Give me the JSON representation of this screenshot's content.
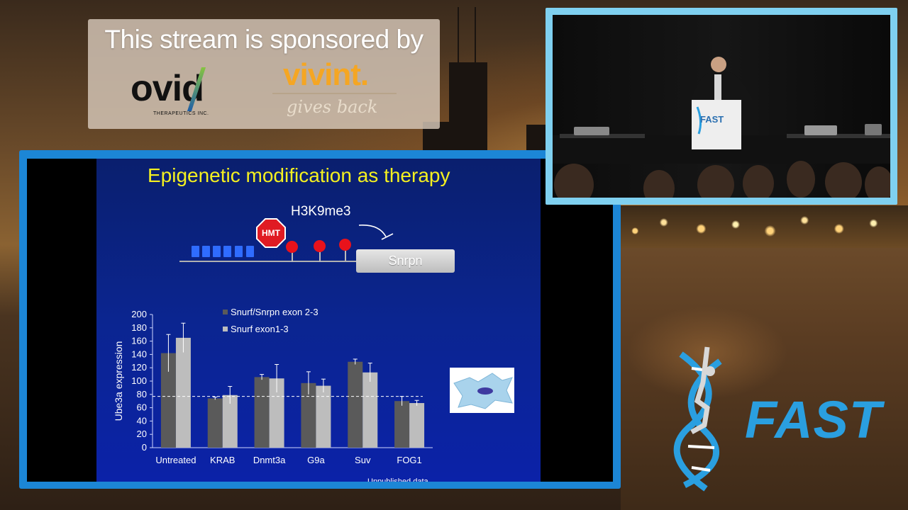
{
  "sponsor": {
    "title": "This stream is sponsored by",
    "logos": [
      {
        "name": "ovid",
        "word": "ovid",
        "sub": "THERAPEUTICS INC."
      },
      {
        "name": "vivint",
        "word": "vivint.",
        "tagline": "gives back"
      }
    ]
  },
  "slide": {
    "title": "Epigenetic modification as therapy",
    "diagram": {
      "mark_label": "H3K9me3",
      "enzyme_label": "HMT",
      "gene_label": "Snrpn"
    },
    "footnote": "Unpublished data"
  },
  "chart_data": {
    "type": "bar",
    "ylabel": "Ube3a expression",
    "xlabel": "",
    "ylim": [
      0,
      200
    ],
    "yticks": [
      0,
      20,
      40,
      60,
      80,
      100,
      120,
      140,
      160,
      180,
      200
    ],
    "categories": [
      "Untreated",
      "KRAB",
      "Dnmt3a",
      "G9a",
      "Suv",
      "FOG1"
    ],
    "series": [
      {
        "name": "Snurf/Snrpn exon 2-3",
        "color": "#5a5a5a",
        "values": [
          142,
          74,
          106,
          97,
          129,
          70
        ],
        "errors": [
          28,
          2,
          4,
          17,
          4,
          7
        ]
      },
      {
        "name": "Snurf exon1-3",
        "color": "#bdbdbd",
        "values": [
          165,
          79,
          104,
          93,
          113,
          67
        ],
        "errors": [
          22,
          13,
          21,
          10,
          14,
          4
        ]
      }
    ],
    "reference_line": 77,
    "legend": "top"
  },
  "video": {
    "podium_label": "FAST"
  },
  "brand": {
    "name": "FAST",
    "color": "#2a9fe0"
  }
}
